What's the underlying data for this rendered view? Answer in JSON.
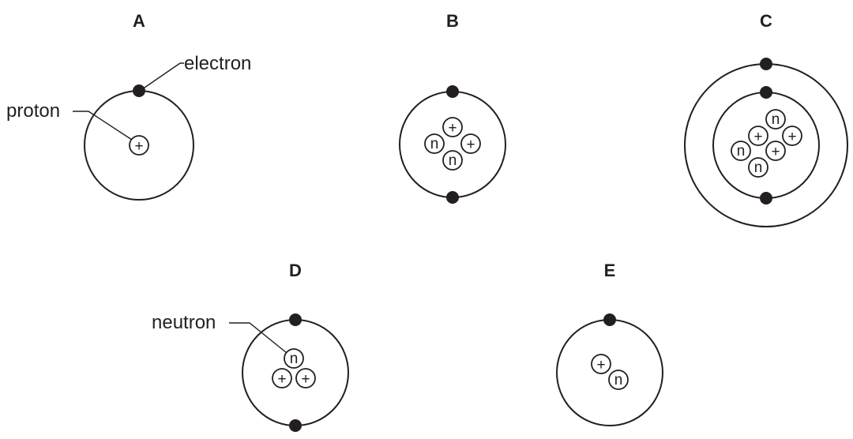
{
  "atoms": [
    {
      "id": "A",
      "title": "A",
      "shells": 1,
      "protons": 1,
      "neutrons": 0,
      "electrons": 1
    },
    {
      "id": "B",
      "title": "B",
      "shells": 1,
      "protons": 2,
      "neutrons": 2,
      "electrons": 2
    },
    {
      "id": "C",
      "title": "C",
      "shells": 2,
      "protons": 3,
      "neutrons": 3,
      "electrons": 3
    },
    {
      "id": "D",
      "title": "D",
      "shells": 1,
      "protons": 2,
      "neutrons": 1,
      "electrons": 2
    },
    {
      "id": "E",
      "title": "E",
      "shells": 1,
      "protons": 1,
      "neutrons": 1,
      "electrons": 1
    }
  ],
  "labels": {
    "electron": "electron",
    "proton": "proton",
    "neutron": "neutron"
  },
  "symbols": {
    "proton": "+",
    "neutron": "n"
  },
  "colors": {
    "ink": "#231f20",
    "particle_fill": "#ffffff",
    "background": "#ffffff"
  }
}
